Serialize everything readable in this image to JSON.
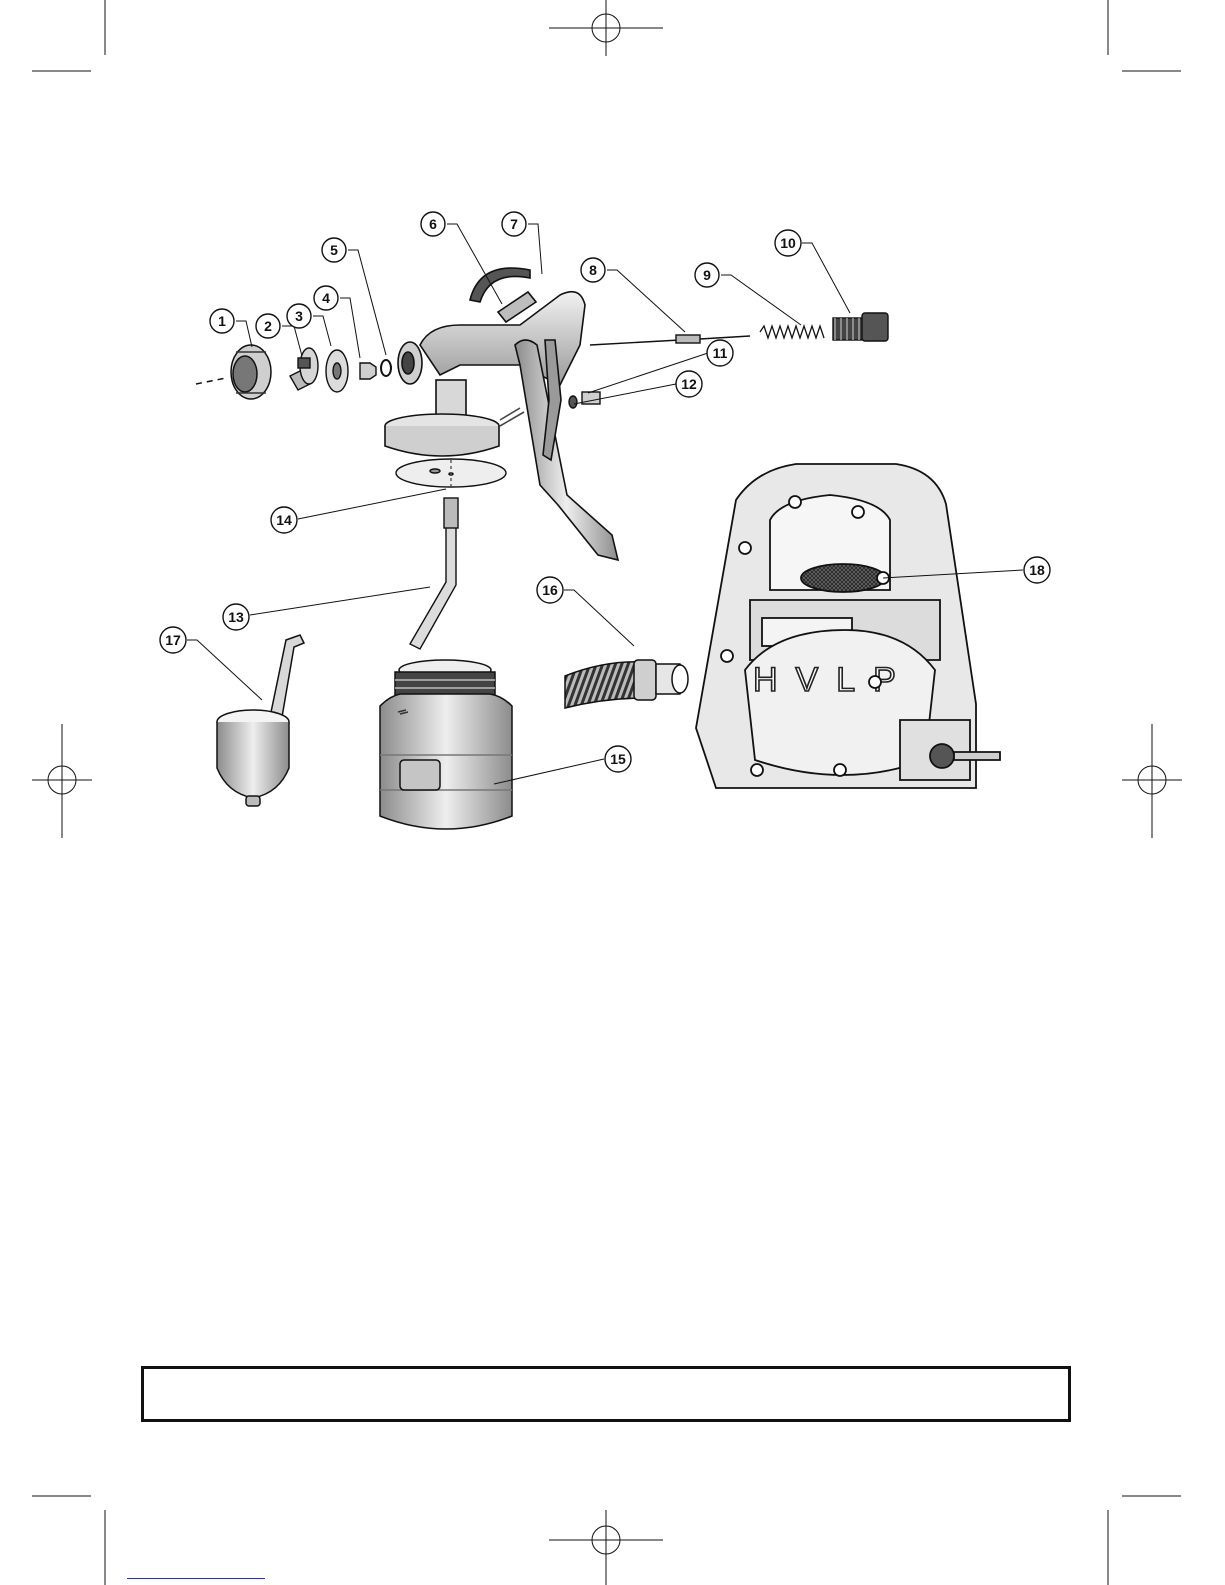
{
  "diagram": {
    "callouts": [
      "1",
      "2",
      "3",
      "4",
      "5",
      "6",
      "7",
      "8",
      "9",
      "10",
      "11",
      "12",
      "13",
      "14",
      "15",
      "16",
      "17",
      "18"
    ],
    "logo_text": "HVLP",
    "colors": {
      "line": "#111111",
      "part_fill": "#d8d8d8",
      "part_dark": "#555555",
      "paper": "#ffffff"
    }
  },
  "icons": {
    "registration_mark": "registration-crosshair-icon",
    "crop_mark": "crop-mark-icon"
  }
}
